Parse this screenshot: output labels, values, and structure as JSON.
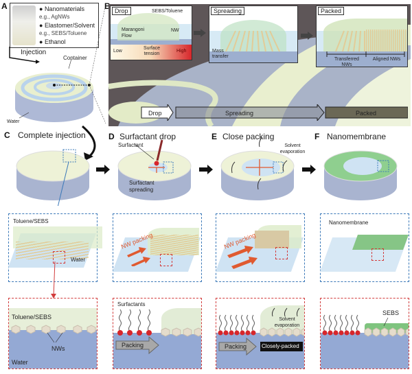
{
  "figure": {
    "colors": {
      "water": "#94a9d4",
      "toluene": "#e7efd9",
      "sebs_green": "#7fc47f",
      "nw": "#e8d8b6",
      "surfactant_red": "#d7262b",
      "arrow_orange": "#e05a30",
      "dashed_blue": "#3a78b8",
      "dashed_red": "#d23c3c",
      "light_blue": "#cfe3f3"
    },
    "panel_a": {
      "label": "A",
      "bullets": [
        "Nanomaterials",
        "e.g., AgNWs",
        "Elastomer/Solvent",
        "e.g., SEBS/Toluene",
        "Ethanol"
      ],
      "injection": "Injection",
      "container": "Container",
      "water": "Water"
    },
    "panel_b": {
      "label": "B",
      "insets": [
        {
          "title": "Drop",
          "labels": [
            "SEBS/Toluene",
            "Marangoni Flow",
            "NW"
          ],
          "gradient": {
            "low": "Low",
            "mid": "Surface tension",
            "high": "High"
          }
        },
        {
          "title": "Spreading",
          "labels": [
            "Mass transfer"
          ]
        },
        {
          "title": "Packed",
          "labels": [
            "Transferred NWs",
            "Aligned NWs"
          ]
        }
      ],
      "stages": [
        "Drop",
        "Spreading",
        "Packed"
      ]
    },
    "panel_c": {
      "label": "C",
      "title": "Complete injection",
      "zoom1": [
        "Toluene/SEBS",
        "Water"
      ],
      "zoom2": [
        "Toluene/SEBS",
        "NWs",
        "Water"
      ]
    },
    "panel_d": {
      "label": "D",
      "title": "Surfactant drop",
      "annotations": [
        "Surfactant",
        "Surfactant spreading"
      ],
      "zoom1": [
        "NW packing"
      ],
      "zoom2": [
        "Surfactants",
        "Packing"
      ]
    },
    "panel_e": {
      "label": "E",
      "title": "Close packing",
      "annotations": [
        "Solvent evaporation"
      ],
      "zoom1": [
        "NW packing"
      ],
      "zoom2": [
        "Solvent evaporation",
        "Packing",
        "Closely-packed"
      ]
    },
    "panel_f": {
      "label": "F",
      "title": "Nanomembrane",
      "zoom1": [
        "Nanomembrane"
      ],
      "zoom2": [
        "SEBS"
      ]
    }
  }
}
